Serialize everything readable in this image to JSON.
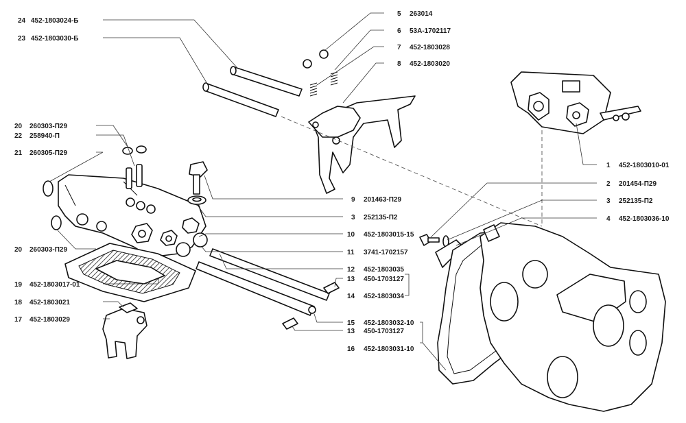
{
  "callouts": [
    {
      "num": "24",
      "code": "452-1803024-Б"
    },
    {
      "num": "23",
      "code": "452-1803030-Б"
    },
    {
      "num": "5",
      "code": "263014"
    },
    {
      "num": "6",
      "code": "53А-1702117"
    },
    {
      "num": "7",
      "code": "452-1803028"
    },
    {
      "num": "8",
      "code": "452-1803020"
    },
    {
      "num": "20",
      "code": "260303-П29"
    },
    {
      "num": "22",
      "code": "258940-П"
    },
    {
      "num": "21",
      "code": "260305-П29"
    },
    {
      "num": "1",
      "code": "452-1803010-01"
    },
    {
      "num": "2",
      "code": "201454-П29"
    },
    {
      "num": "9",
      "code": "201463-П29"
    },
    {
      "num": "3",
      "code": "252135-П2"
    },
    {
      "num": "3",
      "code": "252135-П2"
    },
    {
      "num": "4",
      "code": "452-1803036-10"
    },
    {
      "num": "10",
      "code": "452-1803015-15"
    },
    {
      "num": "20",
      "code": "260303-П29"
    },
    {
      "num": "11",
      "code": "3741-1702157"
    },
    {
      "num": "12",
      "code": "452-1803035"
    },
    {
      "num": "13",
      "code": "450-1703127"
    },
    {
      "num": "19",
      "code": "452-1803017-01"
    },
    {
      "num": "14",
      "code": "452-1803034"
    },
    {
      "num": "18",
      "code": "452-1803021"
    },
    {
      "num": "17",
      "code": "452-1803029"
    },
    {
      "num": "15",
      "code": "452-1803032-10"
    },
    {
      "num": "13",
      "code": "450-1703127"
    },
    {
      "num": "16",
      "code": "452-1803031-10"
    }
  ]
}
